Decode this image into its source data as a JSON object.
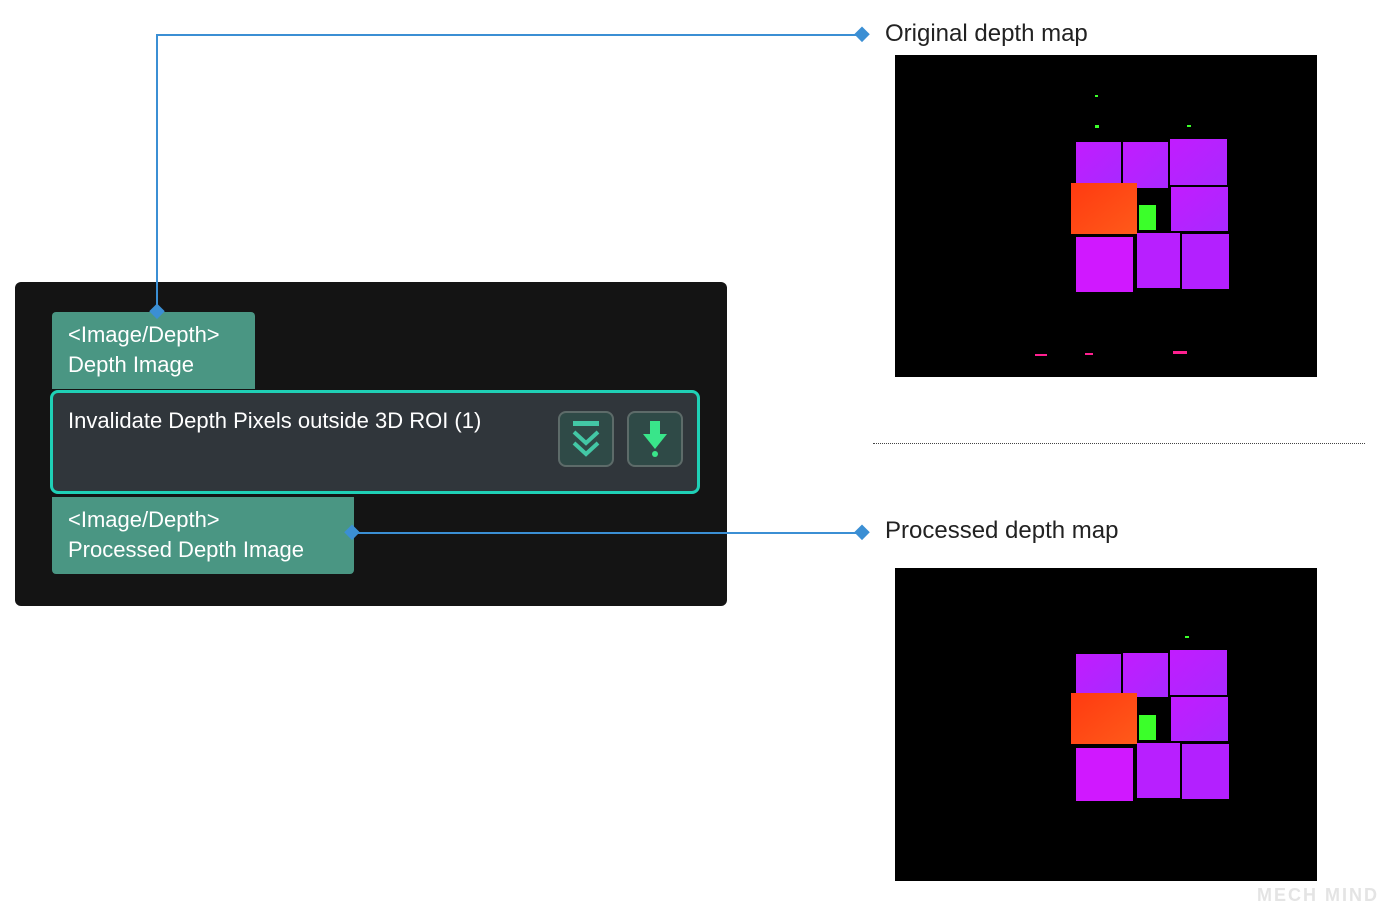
{
  "node": {
    "input_port": {
      "type": "<Image/Depth>",
      "name": "Depth Image"
    },
    "title": "Invalidate Depth Pixels outside 3D ROI (1)",
    "output_port": {
      "type": "<Image/Depth>",
      "name": "Processed Depth Image"
    },
    "buttons": [
      {
        "icon": "collapse-chevron-icon"
      },
      {
        "icon": "download-arrow-icon"
      }
    ]
  },
  "annotations": {
    "original_label": "Original depth map",
    "processed_label": "Processed depth map"
  },
  "watermark": "MECH MIND",
  "colors": {
    "panel_bg": "#141414",
    "port_bg": "#4a9683",
    "node_border": "#1fd0b6",
    "callout_line": "#3b8fd4"
  }
}
